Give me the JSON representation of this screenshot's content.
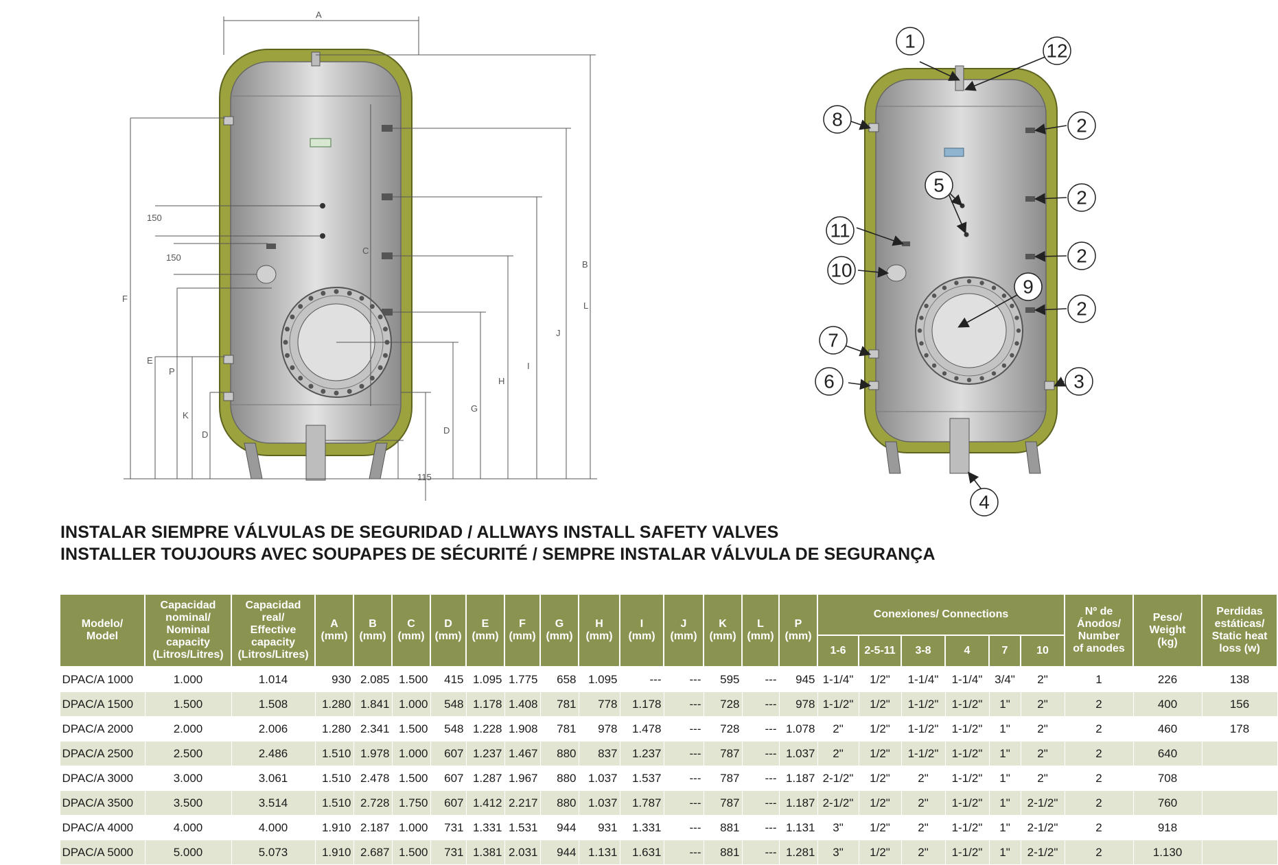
{
  "dimensions": {
    "A": "A",
    "B": "B",
    "C": "C",
    "D": "D",
    "E": "E",
    "F": "F",
    "G": "G",
    "H": "H",
    "I": "I",
    "J": "J",
    "K": "K",
    "L": "L",
    "P": "P",
    "d150": "150",
    "d115": "115"
  },
  "callouts": [
    "1",
    "2",
    "3",
    "4",
    "5",
    "6",
    "7",
    "8",
    "9",
    "10",
    "11",
    "12"
  ],
  "heading": {
    "line1": "INSTALAR SIEMPRE VÁLVULAS DE SEGURIDAD / ALLWAYS INSTALL SAFETY VALVES",
    "line2": "INSTALLER TOUJOURS AVEC SOUPAPES DE SÉCURITÉ / SEMPRE INSTALAR VÁLVULA DE SEGURANÇA"
  },
  "table": {
    "headers": {
      "model": "Modelo/\nModel",
      "nominal": "Capacidad\nnominal/\nNominal\ncapacity\n(Litros/Litres)",
      "real": "Capacidad\nreal/\nEffective\ncapacity\n(Litros/Litres)",
      "A": "A\n(mm)",
      "B": "B\n(mm)",
      "C": "C\n(mm)",
      "D": "D\n(mm)",
      "E": "E\n(mm)",
      "F": "F\n(mm)",
      "G": "G\n(mm)",
      "H": "H\n(mm)",
      "I": "I\n(mm)",
      "J": "J\n(mm)",
      "K": "K\n(mm)",
      "L": "L\n(mm)",
      "P": "P\n(mm)",
      "connections": "Conexiones/ Connections",
      "conn_sub": [
        "1-6",
        "2-5-11",
        "3-8",
        "4",
        "7",
        "10"
      ],
      "anodes": "Nº de\nÁnodos/\nNumber\nof anodes",
      "weight": "Peso/\nWeight\n(kg)",
      "losses": "Perdidas\nestáticas/\nStatic heat\nloss (w)"
    },
    "rows": [
      [
        "DPAC/A 1000",
        "1.000",
        "1.014",
        "930",
        "2.085",
        "1.500",
        "415",
        "1.095",
        "1.775",
        "658",
        "1.095",
        "---",
        "---",
        "595",
        "---",
        "945",
        "1-1/4\"",
        "1/2\"",
        "1-1/4\"",
        "1-1/4\"",
        "3/4\"",
        "2\"",
        "1",
        "226",
        "138"
      ],
      [
        "DPAC/A 1500",
        "1.500",
        "1.508",
        "1.280",
        "1.841",
        "1.000",
        "548",
        "1.178",
        "1.408",
        "781",
        "778",
        "1.178",
        "---",
        "728",
        "---",
        "978",
        "1-1/2\"",
        "1/2\"",
        "1-1/2\"",
        "1-1/2\"",
        "1\"",
        "2\"",
        "2",
        "400",
        "156"
      ],
      [
        "DPAC/A 2000",
        "2.000",
        "2.006",
        "1.280",
        "2.341",
        "1.500",
        "548",
        "1.228",
        "1.908",
        "781",
        "978",
        "1.478",
        "---",
        "728",
        "---",
        "1.078",
        "2\"",
        "1/2\"",
        "1-1/2\"",
        "1-1/2\"",
        "1\"",
        "2\"",
        "2",
        "460",
        "178"
      ],
      [
        "DPAC/A 2500",
        "2.500",
        "2.486",
        "1.510",
        "1.978",
        "1.000",
        "607",
        "1.237",
        "1.467",
        "880",
        "837",
        "1.237",
        "---",
        "787",
        "---",
        "1.037",
        "2\"",
        "1/2\"",
        "1-1/2\"",
        "1-1/2\"",
        "1\"",
        "2\"",
        "2",
        "640",
        ""
      ],
      [
        "DPAC/A 3000",
        "3.000",
        "3.061",
        "1.510",
        "2.478",
        "1.500",
        "607",
        "1.287",
        "1.967",
        "880",
        "1.037",
        "1.537",
        "---",
        "787",
        "---",
        "1.187",
        "2-1/2\"",
        "1/2\"",
        "2\"",
        "1-1/2\"",
        "1\"",
        "2\"",
        "2",
        "708",
        ""
      ],
      [
        "DPAC/A 3500",
        "3.500",
        "3.514",
        "1.510",
        "2.728",
        "1.750",
        "607",
        "1.412",
        "2.217",
        "880",
        "1.037",
        "1.787",
        "---",
        "787",
        "---",
        "1.187",
        "2-1/2\"",
        "1/2\"",
        "2\"",
        "1-1/2\"",
        "1\"",
        "2-1/2\"",
        "2",
        "760",
        ""
      ],
      [
        "DPAC/A 4000",
        "4.000",
        "4.000",
        "1.910",
        "2.187",
        "1.000",
        "731",
        "1.331",
        "1.531",
        "944",
        "931",
        "1.331",
        "---",
        "881",
        "---",
        "1.131",
        "3\"",
        "1/2\"",
        "2\"",
        "1-1/2\"",
        "1\"",
        "2-1/2\"",
        "2",
        "918",
        ""
      ],
      [
        "DPAC/A 5000",
        "5.000",
        "5.073",
        "1.910",
        "2.687",
        "1.500",
        "731",
        "1.381",
        "2.031",
        "944",
        "1.131",
        "1.631",
        "---",
        "881",
        "---",
        "1.281",
        "3\"",
        "1/2\"",
        "2\"",
        "1-1/2\"",
        "1\"",
        "2-1/2\"",
        "2",
        "1.130",
        ""
      ]
    ]
  }
}
